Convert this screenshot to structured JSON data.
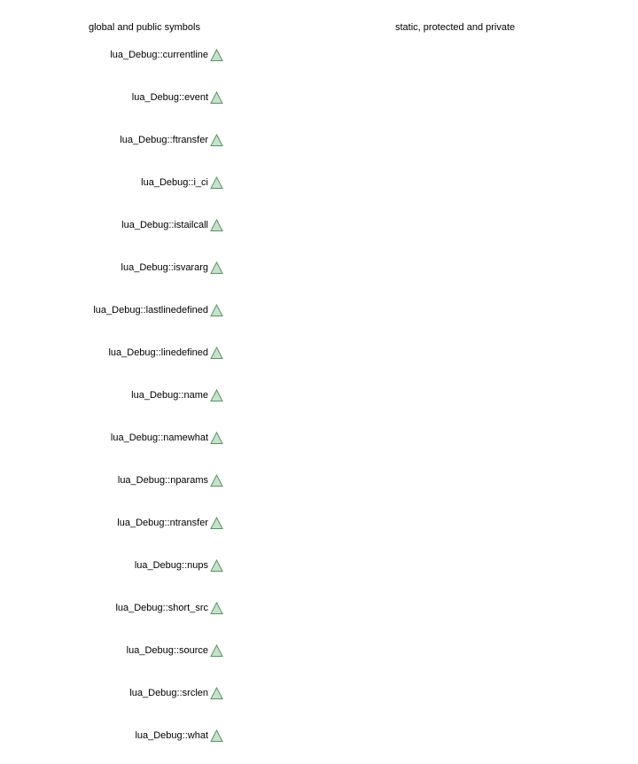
{
  "headers": {
    "left": "global and public symbols",
    "right": "static, protected and private"
  },
  "marker": {
    "name": "triangle-icon",
    "fill": "#c7e2cc",
    "stroke": "#5f8f68"
  },
  "symbols": [
    "lua_Debug::currentline",
    "lua_Debug::event",
    "lua_Debug::ftransfer",
    "lua_Debug::i_ci",
    "lua_Debug::istailcall",
    "lua_Debug::isvararg",
    "lua_Debug::lastlinedefined",
    "lua_Debug::linedefined",
    "lua_Debug::name",
    "lua_Debug::namewhat",
    "lua_Debug::nparams",
    "lua_Debug::ntransfer",
    "lua_Debug::nups",
    "lua_Debug::short_src",
    "lua_Debug::source",
    "lua_Debug::srclen",
    "lua_Debug::what"
  ]
}
